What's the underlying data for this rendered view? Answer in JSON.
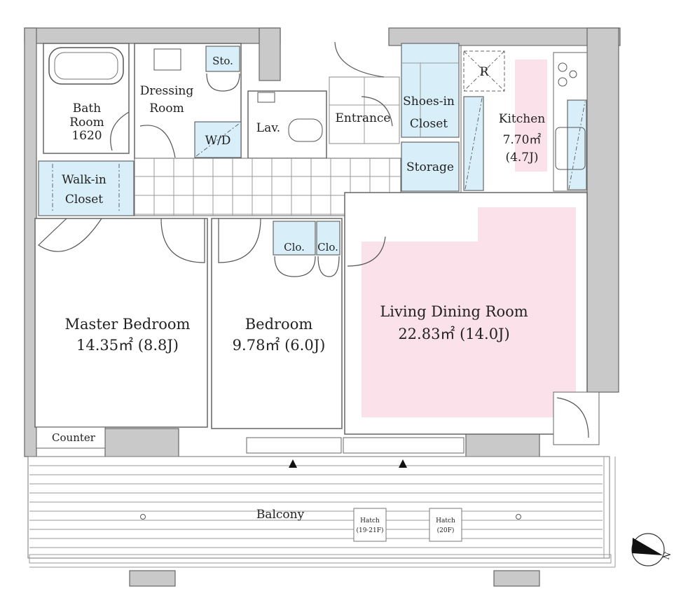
{
  "rooms": {
    "bath": {
      "name": "Bath",
      "name2": "Room",
      "size": "1620"
    },
    "dressing": {
      "name": "Dressing",
      "name2": "Room"
    },
    "storage_small": "Sto.",
    "washer_dryer": "W/D",
    "lavatory": "Lav.",
    "entrance": "Entrance",
    "shoes_closet": {
      "name": "Shoes-in",
      "name2": "Closet"
    },
    "storage": "Storage",
    "refrigerator": "R",
    "kitchen": {
      "name": "Kitchen",
      "area": "7.70㎡",
      "tatami": "(4.7J)"
    },
    "walkin_closet": {
      "name": "Walk-in",
      "name2": "Closet"
    },
    "master_bedroom": {
      "name": "Master Bedroom",
      "area": "14.35㎡ (8.8J)"
    },
    "bedroom": {
      "name": "Bedroom",
      "area": "9.78㎡ (6.0J)"
    },
    "closets": [
      "Clo.",
      "Clo."
    ],
    "living": {
      "name": "Living Dining Room",
      "area": "22.83㎡ (14.0J)"
    },
    "counter": "Counter",
    "balcony": "Balcony"
  },
  "hatches": [
    {
      "label": "Hatch",
      "floors": "(19·21F)"
    },
    {
      "label": "Hatch",
      "floors": "(20F)"
    }
  ],
  "compass": {
    "label": "N"
  },
  "colors": {
    "wall": "#c9c9c9",
    "closet": "#d8eef8",
    "highlight": "#fbe1ea"
  }
}
